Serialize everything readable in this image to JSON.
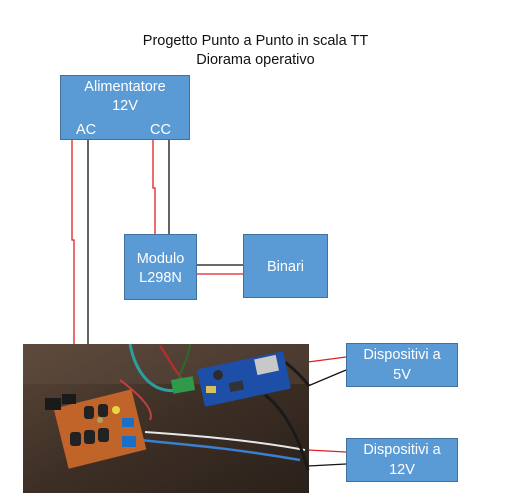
{
  "title": {
    "line1": "Progetto Punto a Punto in scala TT",
    "line2": "Diorama operativo"
  },
  "blocks": {
    "power_supply": {
      "line1": "Alimentatore",
      "line2": "12V",
      "ac_label": "AC",
      "cc_label": "CC"
    },
    "motor_module": {
      "line1": "Modulo",
      "line2": "L298N"
    },
    "tracks": {
      "line1": "Binari"
    },
    "devices_5v": {
      "line1": "Dispositivi a",
      "line2": "5V"
    },
    "devices_12v": {
      "line1": "Dispositivi a",
      "line2": "12V"
    }
  },
  "colors": {
    "box_fill": "#5b9bd5",
    "box_border": "#41719c",
    "box_text": "#ffffff",
    "wire_positive": "#e02020",
    "wire_negative": "#111111"
  },
  "photo": {
    "description_icon": "circuit-board-photo"
  }
}
